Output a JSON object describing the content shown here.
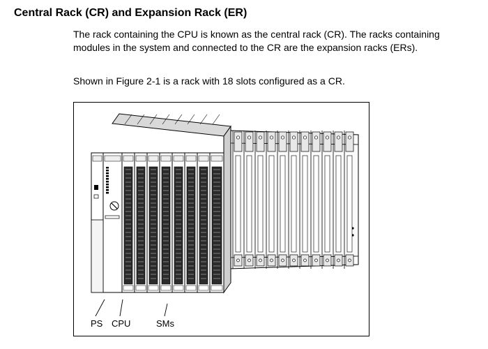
{
  "section": {
    "heading": "Central Rack (CR) and Expansion Rack (ER)",
    "paragraphs": [
      "The rack containing the CPU is known as the central rack (CR). The racks containing modules in the system and connected to the CR are the expansion racks (ERs).",
      "Shown in Figure 2-1 is a rack with 18 slots configured as a CR."
    ]
  },
  "figure": {
    "callouts": {
      "ps": "PS",
      "cpu": "CPU",
      "sms": "SMs"
    }
  }
}
